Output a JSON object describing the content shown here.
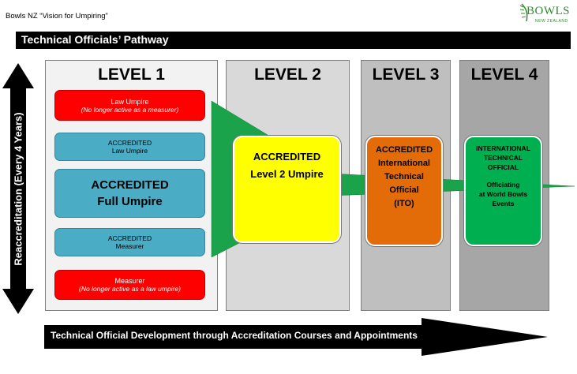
{
  "doc_title": "Bowls NZ “Vision for Umpiring”",
  "logo": {
    "name": "BOWLS",
    "sub": "NEW ZEALAND",
    "icon": "fern-logo-icon"
  },
  "header": {
    "title": "Technical Officials’ Pathway"
  },
  "side_arrow": {
    "label": "Reaccreditation (Every 4 Years)"
  },
  "levels": [
    {
      "title": "LEVEL 1"
    },
    {
      "title": "LEVEL 2"
    },
    {
      "title": "LEVEL 3"
    },
    {
      "title": "LEVEL 4"
    }
  ],
  "level1": {
    "law_umpire": {
      "title": "Law Umpire",
      "note": "(No longer active as a measurer)"
    },
    "accredited_law_umpire": {
      "line1": "ACCREDITED",
      "line2": "Law Umpire"
    },
    "full_umpire": {
      "line1": "ACCREDITED",
      "line2": "Full Umpire"
    },
    "accredited_measurer": {
      "line1": "ACCREDITED",
      "line2": "Measurer"
    },
    "measurer": {
      "title": "Measurer",
      "note": "(No longer active as a law umpire)"
    }
  },
  "level2": {
    "line1": "ACCREDITED",
    "line2": "Level 2 Umpire"
  },
  "level3": {
    "line1": "ACCREDITED",
    "line2": "International",
    "line3": "Technical",
    "line4": "Official",
    "line5": "(ITO)"
  },
  "level4": {
    "line1": "INTERNATIONAL",
    "line2": "TECHNICAL",
    "line3": "OFFICIAL",
    "line4": "Officiating",
    "line5": "at World Bowls",
    "line6": "Events"
  },
  "footer_arrow": {
    "label": "Technical Official Development through Accreditation Courses and Appointments"
  },
  "colors": {
    "red": "#ff0000",
    "blue": "#4bacc6",
    "yellow": "#ffff00",
    "orange": "#e36c09",
    "green": "#00b050",
    "arrow": "#1aa34a",
    "level1_bg": "#f2f2f2",
    "level2_bg": "#d9d9d9",
    "level3_bg": "#bfbfbf",
    "level4_bg": "#a6a6a6"
  }
}
